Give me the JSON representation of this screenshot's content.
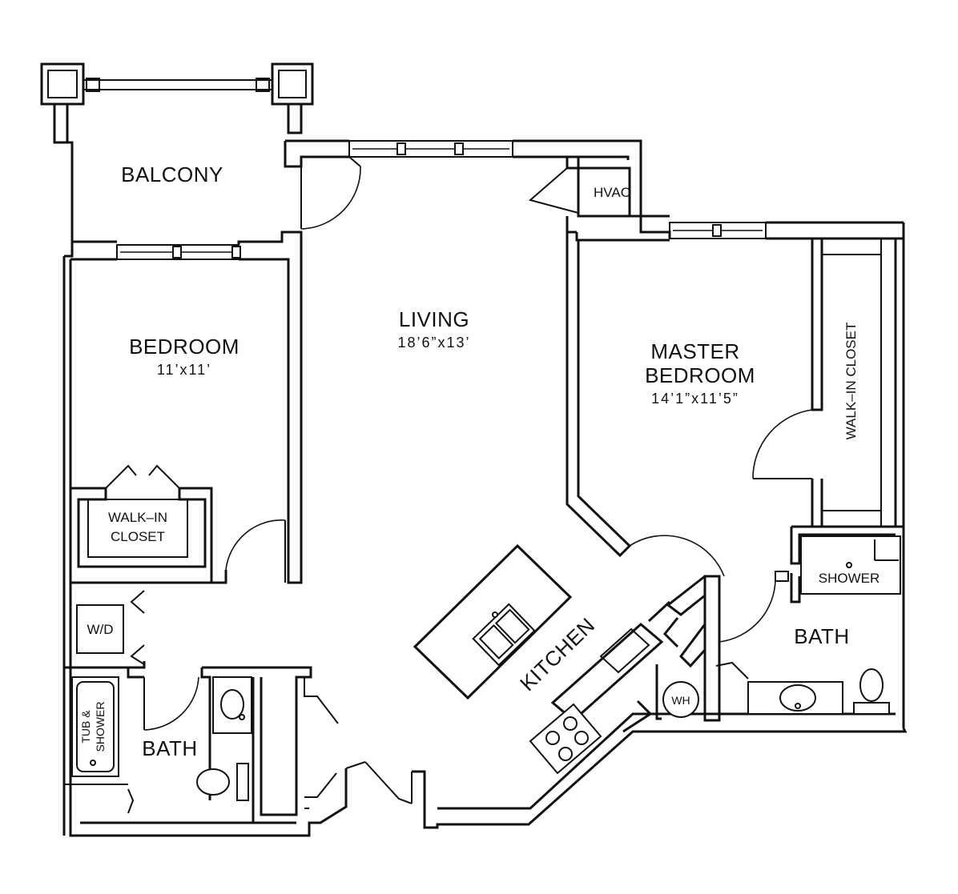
{
  "rooms": {
    "balcony": "BALCONY",
    "living": "LIVING",
    "living_dim": "18’6”x13’",
    "bedroom": "BEDROOM",
    "bedroom_dim": "11’x11’",
    "master_line1": "MASTER",
    "master_line2": "BEDROOM",
    "master_dim": "14’1”x11’5”",
    "walkin_closet_master": "WALK–IN CLOSET",
    "walkin_closet_line1": "WALK–IN",
    "walkin_closet_line2": "CLOSET",
    "kitchen": "KITCHEN",
    "bath_left": "BATH",
    "bath_right": "BATH",
    "shower": "SHOWER",
    "tub_line1": "TUB &",
    "tub_line2": "SHOWER",
    "wd": "W/D",
    "hvac": "HVAC",
    "wh": "WH"
  }
}
